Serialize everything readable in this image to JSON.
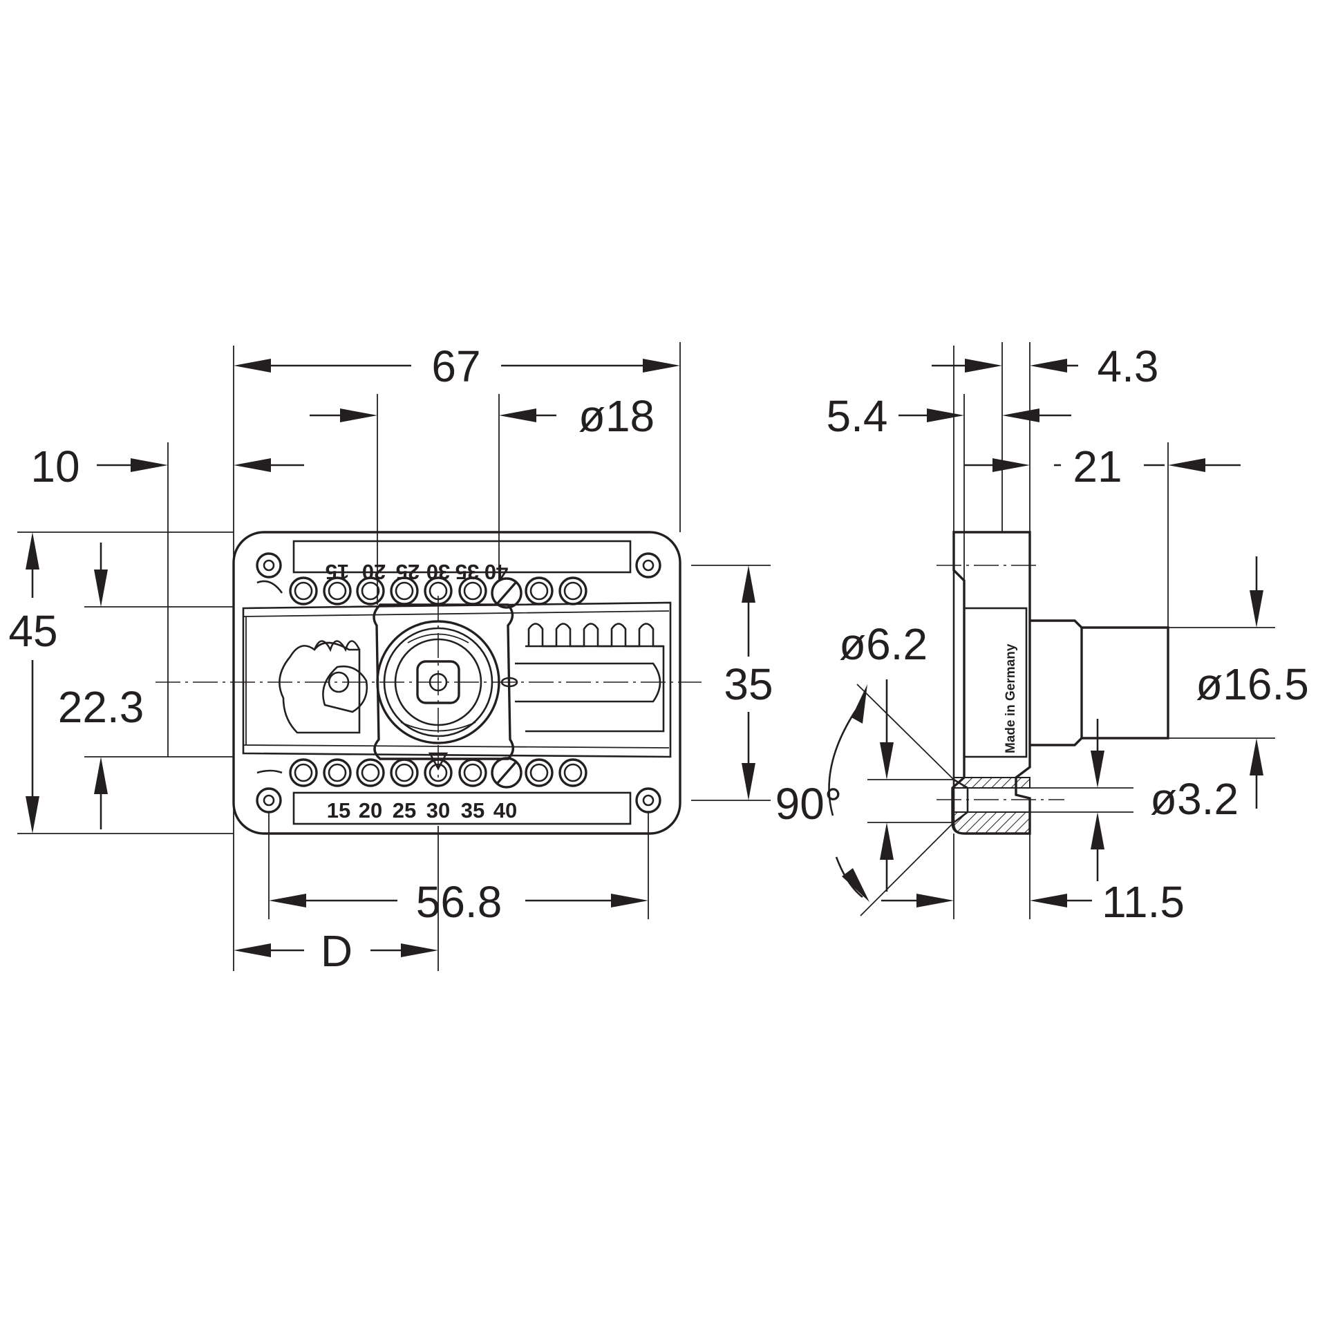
{
  "front_view": {
    "dim_overall_width": "67",
    "dim_cylinder_diameter": "ø18",
    "dim_backset_offset": "10",
    "dim_overall_height": "45",
    "dim_center_height": "22.3",
    "dim_hole_spacing_vertical": "35",
    "dim_hole_spacing_horizontal": "56.8",
    "dim_backset": "D",
    "scale_top": [
      "40",
      "35",
      "30",
      "25",
      "20",
      "15"
    ],
    "scale_bottom": [
      "15",
      "20",
      "25",
      "30",
      "35",
      "40"
    ]
  },
  "side_view": {
    "dim_top_offset": "4.3",
    "dim_body_thickness": "5.4",
    "dim_cylinder_length": "21",
    "dim_screw_head_diameter": "ø6.2",
    "dim_cylinder_diameter": "ø16.5",
    "dim_countersink_angle": "90°",
    "dim_screw_hole_diameter": "ø3.2",
    "dim_plate_depth": "11.5",
    "body_marking": "Made in Germany"
  },
  "colors": {
    "line": "#231f20",
    "background": "#ffffff"
  }
}
